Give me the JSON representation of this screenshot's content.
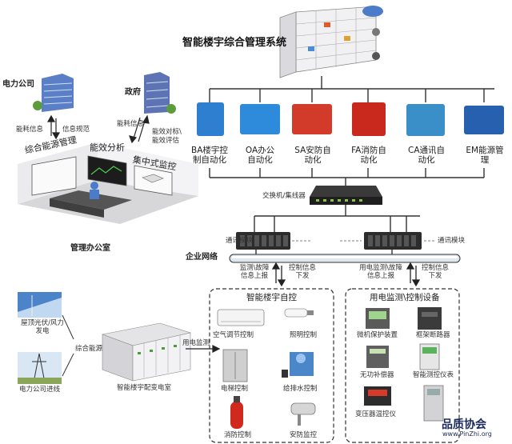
{
  "title": "智能楼宇综合管理系统",
  "left": {
    "power_company": "电力公司",
    "government": "政府",
    "energy_info": "能耗信息",
    "info_spec": "信息规范",
    "energy_info2": "能耗信息",
    "eff_target": "能效对标\\",
    "eff_eval": "能效评估",
    "energy_mgmt": "综合能源管理",
    "energy_analysis": "能效分析",
    "central_monitor": "集中式监控",
    "office": "管理办公室"
  },
  "systems": [
    {
      "line1": "BA楼宇控",
      "line2": "制自动化",
      "color": "#2f7fd1",
      "icon": "building-cabinet-icon"
    },
    {
      "line1": "OA办公",
      "line2": "自动化",
      "color": "#2e8bdc",
      "icon": "monitor-chart-icon"
    },
    {
      "line1": "SA安防自",
      "line2": "动化",
      "color": "#d23a2a",
      "icon": "camera-alarm-icon"
    },
    {
      "line1": "FA消防自",
      "line2": "动化",
      "color": "#c9281c",
      "icon": "fire-icon"
    },
    {
      "line1": "CA通讯自",
      "line2": "动化",
      "color": "#3b8fc9",
      "icon": "computer-icon"
    },
    {
      "line1": "EM能源管",
      "line2": "理",
      "color": "#2860b0",
      "icon": "meter-icon"
    }
  ],
  "network": {
    "switch": "交换机/集线器",
    "comm_module_left": "通讯模块",
    "comm_module_right": "通讯模块",
    "enterprise_net": "企业网络",
    "left_up_1": "监测\\故障",
    "left_up_2": "信息上报",
    "left_down_1": "控制信息",
    "left_down_2": "下发",
    "right_up_1": "用电监测\\故障",
    "right_up_2": "信息上报",
    "right_down_1": "控制信息",
    "right_down_2": "下发"
  },
  "bottom_left": {
    "solar": "屋顶光伏/风力",
    "solar2": "发电",
    "grid": "电力公司进线",
    "integrated": "综合能源",
    "substation": "智能楼宇配变电室",
    "monitor": "用电监测"
  },
  "auto_control": {
    "title": "智能楼宇自控",
    "items": [
      "空气调节控制",
      "照明控制",
      "电梯控制",
      "给排水控制",
      "消防控制",
      "安防监控"
    ]
  },
  "power_devices": {
    "title": "用电监测\\控制设备",
    "items": [
      "微机保护装置",
      "框架断路器",
      "无功补偿器",
      "智能测控仪表",
      "变压器温控仪"
    ]
  },
  "watermark": {
    "name": "品质协会",
    "url": "www.PinZhi.org"
  }
}
